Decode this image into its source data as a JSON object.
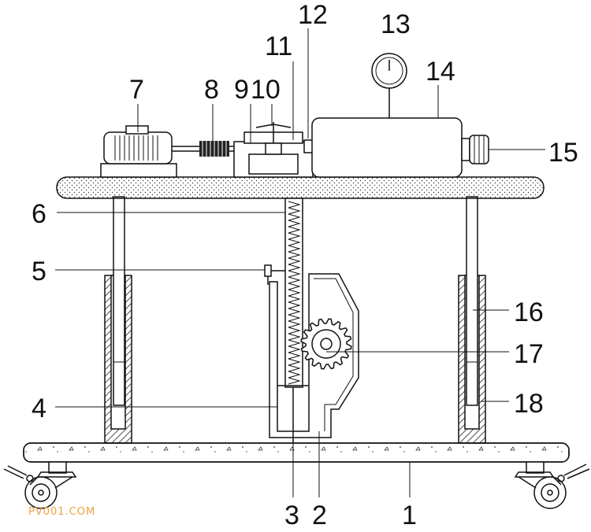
{
  "labels": {
    "n1": "1",
    "n2": "2",
    "n3": "3",
    "n4": "4",
    "n5": "5",
    "n6": "6",
    "n7": "7",
    "n8": "8",
    "n9": "9",
    "n10": "10",
    "n11": "11",
    "n12": "12",
    "n13": "13",
    "n14": "14",
    "n15": "15",
    "n16": "16",
    "n17": "17",
    "n18": "18"
  },
  "watermark": "PV001.COM"
}
